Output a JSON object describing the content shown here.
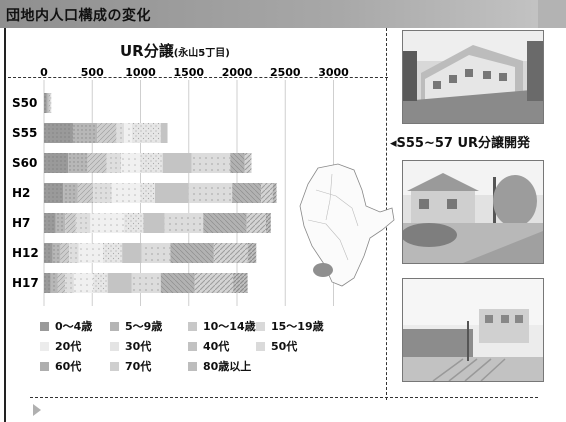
{
  "header": {
    "title": "団地内人口構成の変化"
  },
  "chart_title": {
    "main": "UR分譲",
    "sub": "(永山5丁目)"
  },
  "photo_caption": "◂S55~57  UR分譲開発",
  "chart_data": {
    "type": "bar",
    "stacked": true,
    "orientation": "horizontal",
    "title": "UR分譲(永山5丁目)",
    "categories": [
      "S50",
      "S55",
      "S60",
      "H2",
      "H7",
      "H12",
      "H17"
    ],
    "x_ticks": [
      0,
      500,
      1000,
      1500,
      2000,
      2500,
      3000
    ],
    "xlim": [
      0,
      3000
    ],
    "series": [
      {
        "name": "0〜4歳",
        "values": [
          30,
          300,
          250,
          200,
          120,
          90,
          70
        ]
      },
      {
        "name": "5〜9歳",
        "values": [
          20,
          250,
          200,
          150,
          100,
          80,
          70
        ]
      },
      {
        "name": "10〜14歳",
        "values": [
          15,
          200,
          200,
          160,
          110,
          90,
          80
        ]
      },
      {
        "name": "15〜19歳",
        "values": [
          10,
          80,
          150,
          190,
          150,
          100,
          90
        ]
      },
      {
        "name": "20代",
        "values": [
          0,
          80,
          200,
          300,
          350,
          250,
          200
        ]
      },
      {
        "name": "30代",
        "values": [
          0,
          300,
          230,
          150,
          200,
          200,
          150
        ]
      },
      {
        "name": "40代",
        "values": [
          0,
          70,
          300,
          350,
          220,
          200,
          250
        ]
      },
      {
        "name": "50代",
        "values": [
          0,
          0,
          400,
          450,
          400,
          300,
          300
        ]
      },
      {
        "name": "60代",
        "values": [
          0,
          0,
          150,
          300,
          450,
          450,
          350
        ]
      },
      {
        "name": "70代",
        "values": [
          0,
          0,
          70,
          120,
          200,
          350,
          400
        ]
      },
      {
        "name": "80歳以上",
        "values": [
          0,
          0,
          0,
          40,
          50,
          90,
          150
        ]
      }
    ],
    "colors": [
      "#9a9a9a",
      "#b5b5b5",
      "#c8c8c8",
      "#d9d9d9",
      "#ececec",
      "#e4e4e4",
      "#c2c2c2",
      "#dadada",
      "#aeaeae",
      "#cfcfcf",
      "#bdbdbd"
    ],
    "grid": true,
    "legend": "bottom"
  }
}
